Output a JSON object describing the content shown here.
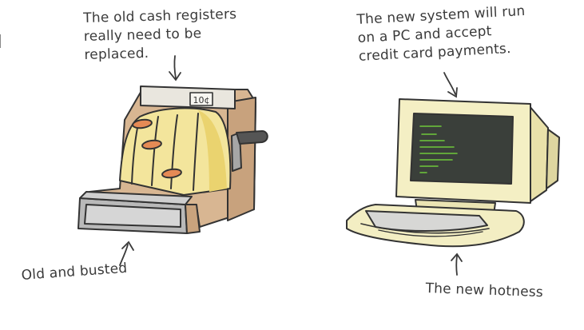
{
  "captions": {
    "old_top": "The old cash registers\nreally need to be replaced.",
    "new_top": "The new system will run\non a PC and accept\ncredit card payments.",
    "old_bottom": "Old and busted",
    "new_bottom": "The new hotness"
  },
  "register": {
    "price_tag": "10¢"
  },
  "colors": {
    "register_body": "#d9b994",
    "register_panel": "#f3e79a",
    "register_drawer": "#c9c9c9",
    "key_orange": "#e58a55",
    "pc_beige": "#f4efc2",
    "screen_dark": "#3b3f3a",
    "screen_text": "#6ec93a",
    "ink": "#333333"
  },
  "icons": {
    "register": "cash-register-icon",
    "computer": "computer-terminal-icon",
    "arrow": "arrow-icon"
  }
}
